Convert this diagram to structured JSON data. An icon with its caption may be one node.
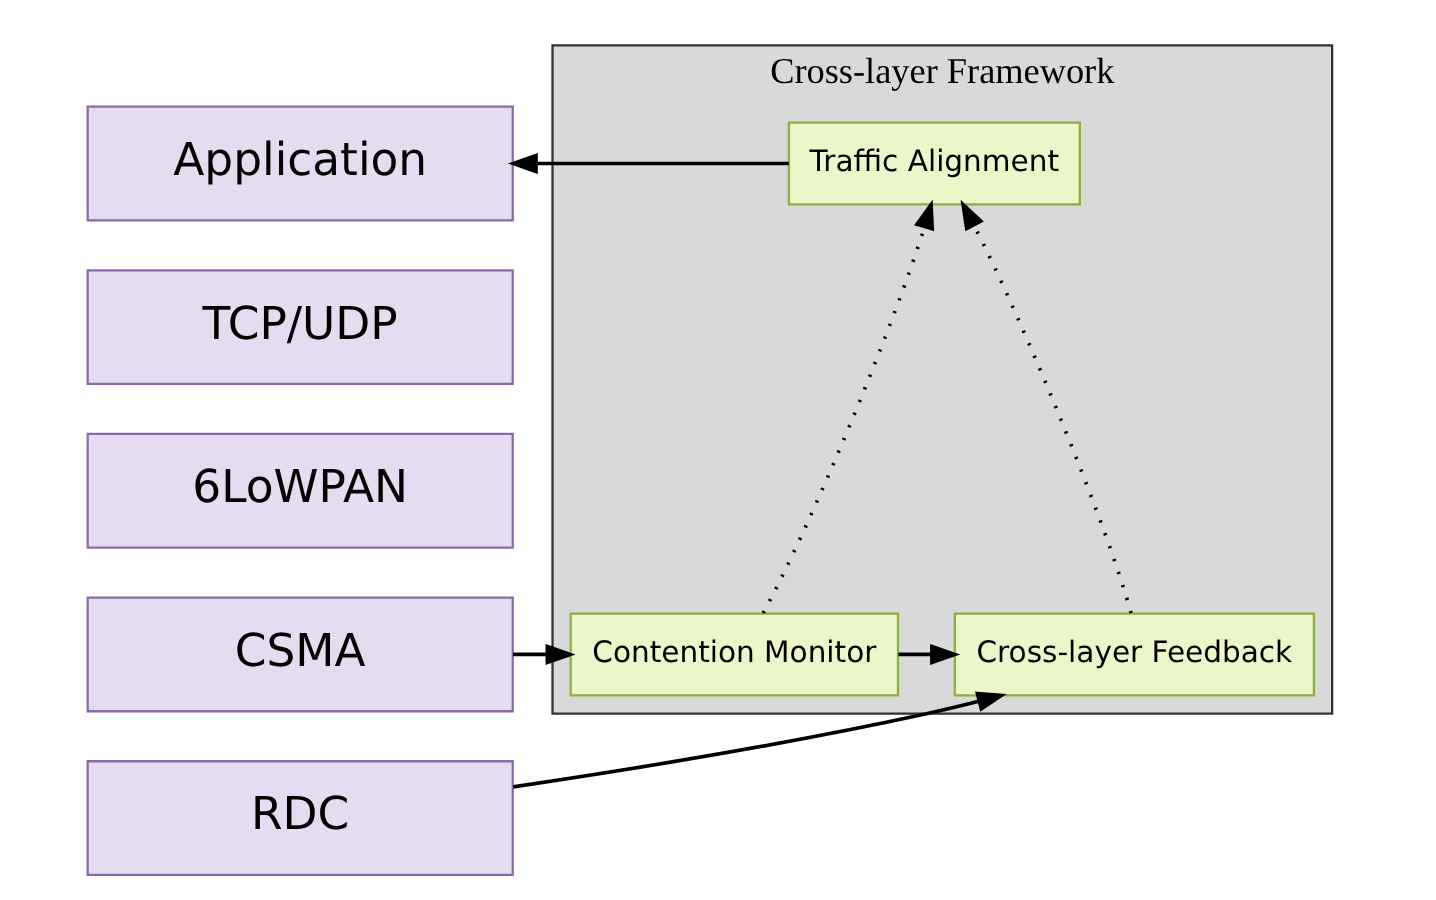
{
  "diagram": {
    "nodes": [
      {
        "text": [
          "Application"
        ]
      },
      {
        "text": [
          "TCP/UDP"
        ]
      },
      {
        "text": [
          "6LoWPAN"
        ]
      },
      {
        "text": [
          "CSMA"
        ]
      },
      {
        "text": [
          "RDC"
        ]
      },
      {
        "text": [
          "Cross-layer Framework"
        ]
      },
      {
        "text": [
          "Traffic Alignment"
        ],
        "in": 5
      },
      {
        "text": [
          "Contention Monitor"
        ],
        "in": 5
      },
      {
        "text": [
          "Cross-layer Feedback"
        ],
        "in": 5
      }
    ],
    "edges": [
      {
        "from": 6,
        "to": 0,
        "arrow": "to"
      },
      {
        "from": 7,
        "to": 6,
        "arrow": "to",
        "style": "dashed"
      },
      {
        "from": 8,
        "to": 6,
        "arrow": "to",
        "style": "dashed"
      },
      {
        "from": 3,
        "to": 7,
        "arrow": "to"
      },
      {
        "from": 7,
        "to": 8,
        "arrow": "to"
      },
      {
        "from": 4,
        "to": 8,
        "arrow": "to"
      }
    ]
  }
}
